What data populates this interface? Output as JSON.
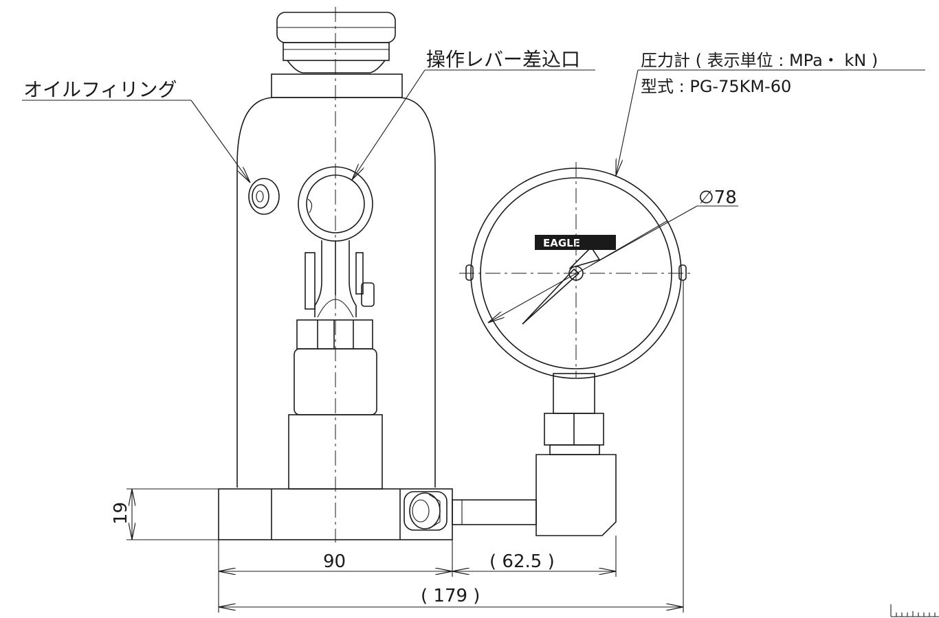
{
  "labels": {
    "oil_filling": "オイルフィリング",
    "lever_socket": "操作レバー差込口",
    "gauge_line1": "圧力計 ( 表示単位 : MPa・ kN )",
    "gauge_line2": "型式 : PG-75KM-60",
    "gauge_brand": "EAGLE"
  },
  "dimensions": {
    "gauge_diameter": "∅78",
    "base_height": "19",
    "base_width": "90",
    "gauge_offset": "( 62.5 )",
    "overall_width": "( 179 )"
  }
}
